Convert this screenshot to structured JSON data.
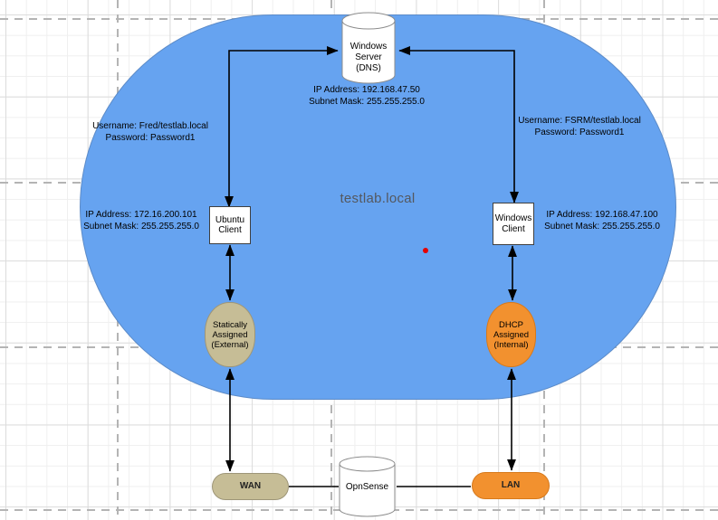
{
  "diagram": {
    "cloud": {
      "label": "testlab.local"
    },
    "nodes": {
      "dns_server": {
        "label": "Windows\nServer\n(DNS)",
        "shape": "cylinder"
      },
      "ubuntu_client": {
        "label": "Ubuntu\nClient",
        "shape": "rectangle"
      },
      "windows_client": {
        "label": "Windows\nClient",
        "shape": "rectangle"
      },
      "statically_assigned": {
        "label": "Statically\nAssigned\n(External)",
        "shape": "rounded-blob"
      },
      "dhcp_assigned": {
        "label": "DHCP\nAssigned\n(Internal)",
        "shape": "rounded-blob"
      },
      "wan": {
        "label": "WAN",
        "shape": "stadium"
      },
      "opnsense": {
        "label": "OpnSense",
        "shape": "cylinder"
      },
      "lan": {
        "label": "LAN",
        "shape": "stadium"
      }
    },
    "annotations": {
      "dns_ip": "IP Address: 192.168.47.50\nSubnet Mask: 255.255.255.0",
      "left_credentials": "Username: Fred/testlab.local\nPassword: Password1",
      "right_credentials": "Username: FSRM/testlab.local\nPassword: Password1",
      "ubuntu_ip": "IP Address: 172.16.200.101\nSubnet Mask: 255.255.255.0",
      "windows_ip": "IP Address: 192.168.47.100\nSubnet Mask: 255.255.255.0"
    },
    "colors": {
      "cloud_fill": "#66A3F0",
      "orange_fill": "#F2912F",
      "tan_fill": "#C6BD96",
      "node_fill": "#FFFFFF",
      "connector": "#000000",
      "red_dot": "#E50000"
    }
  }
}
